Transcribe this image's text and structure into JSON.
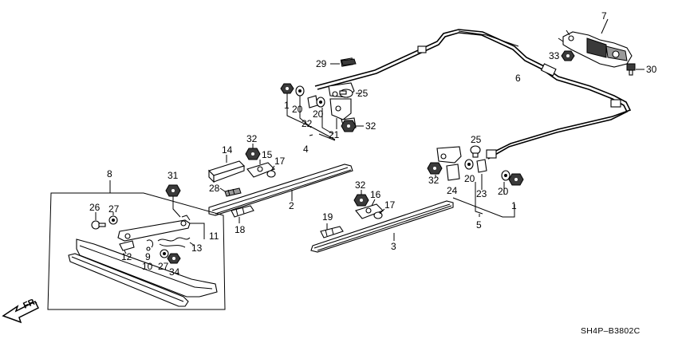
{
  "diagram": {
    "code": "SH4P–B3802C",
    "direction_label": "FR.",
    "callouts": {
      "c1a": "1",
      "c1b": "1",
      "c2": "2",
      "c3": "3",
      "c4": "4",
      "c5": "5",
      "c6": "6",
      "c7": "7",
      "c8": "8",
      "c9": "9",
      "c10": "10",
      "c11": "11",
      "c12": "12",
      "c13": "13",
      "c14": "14",
      "c15": "15",
      "c16": "16",
      "c17a": "17",
      "c17b": "17",
      "c18": "18",
      "c19": "19",
      "c20a": "20",
      "c20b": "20",
      "c20c": "20",
      "c20d": "20",
      "c21": "21",
      "c22": "22",
      "c23": "23",
      "c24": "24",
      "c25a": "25",
      "c25b": "25",
      "c26": "26",
      "c27a": "27",
      "c27b": "27",
      "c28": "28",
      "c29": "29",
      "c30": "30",
      "c31": "31",
      "c32a": "32",
      "c32b": "32",
      "c32c": "32",
      "c32d": "32",
      "c33": "33",
      "c34": "34"
    }
  }
}
